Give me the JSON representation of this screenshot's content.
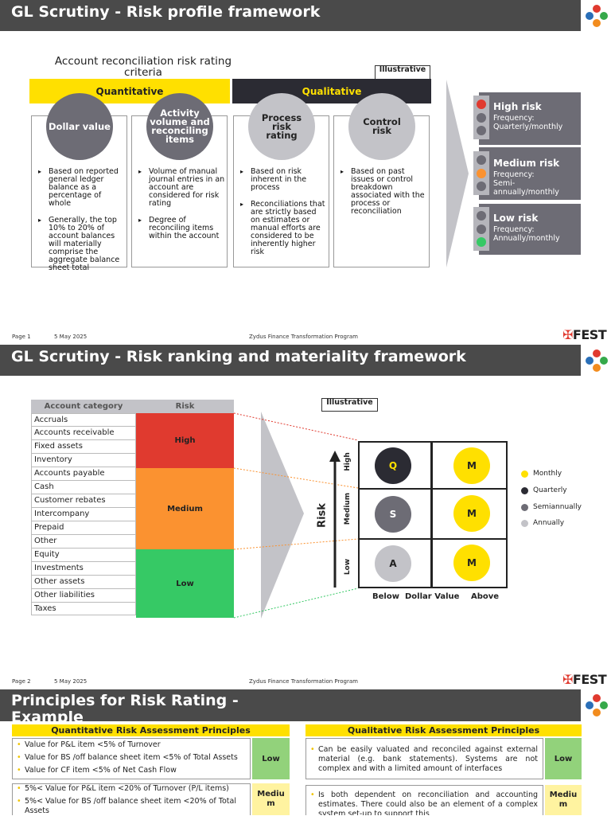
{
  "slide1": {
    "title": "GL Scrutiny - Risk profile framework",
    "subtitle": "Account reconciliation risk rating criteria",
    "illustrative": "Illustrative",
    "quant_label": "Quantitative",
    "qual_label": "Qualitative",
    "columns": [
      {
        "name": "Dollar value",
        "bullets": [
          "Based on reported general ledger balance as a percentage of whole",
          "Generally, the top 10% to 20% of account balances will materially comprise the aggregate balance sheet total"
        ]
      },
      {
        "name": "Activity volume and reconciling items",
        "bullets": [
          "Volume of manual journal entries in an account are considered for risk rating",
          "Degree of reconciling items within the account"
        ]
      },
      {
        "name": "Process risk rating",
        "bullets": [
          "Based on risk inherent in the process",
          "Reconciliations that are strictly based on estimates or manual efforts are considered to be inherently higher risk"
        ]
      },
      {
        "name": "Control risk",
        "bullets": [
          "Based on past issues or control breakdown associated with the process or reconciliation"
        ]
      }
    ],
    "risks": [
      {
        "title": "High risk",
        "freq_label": "Frequency:",
        "freq": "Quarterly/monthly"
      },
      {
        "title": "Medium risk",
        "freq_label": "Frequency:",
        "freq": "Semi-annually/monthly"
      },
      {
        "title": "Low risk",
        "freq_label": "Frequency:",
        "freq": "Annually/monthly"
      }
    ],
    "footer": {
      "page": "Page 1",
      "date": "5 May 2025",
      "program": "Zydus Finance Transformation Program",
      "brand": "FEST"
    }
  },
  "slide2": {
    "title": "GL Scrutiny - Risk ranking and materiality framework",
    "illustrative": "Illustrative",
    "table_headers": [
      "Account category",
      "Risk"
    ],
    "accounts": [
      "Accruals",
      "Accounts receivable",
      "Fixed assets",
      "Inventory",
      "Accounts payable",
      "Cash",
      "Customer rebates",
      "Intercompany",
      "Prepaid",
      "Other",
      "Equity",
      "Investments",
      "Other assets",
      "Other liabilities",
      "Taxes"
    ],
    "risk_levels": [
      "High",
      "Medium",
      "Low"
    ],
    "matrix": {
      "y_axis": "Risk",
      "rows": [
        "High",
        "Medium",
        "Low"
      ],
      "x_axis": "Dollar Value",
      "x_below": "Below",
      "x_above": "Above",
      "cells": [
        [
          "Q",
          "M"
        ],
        [
          "S",
          "M"
        ],
        [
          "A",
          "M"
        ]
      ]
    },
    "legend": [
      "Monthly",
      "Quarterly",
      "Semiannually",
      "Annually"
    ],
    "colors": {
      "high": "#e03a2f",
      "medium": "#fb9230",
      "low": "#36c965",
      "monthly": "#ffe000",
      "quarterly": "#2b2b33",
      "semiannually": "#6d6c75",
      "annually": "#c3c3c8"
    },
    "footer": {
      "page": "Page 2",
      "date": "5 May 2025",
      "program": "Zydus Finance Transformation Program",
      "brand": "FEST"
    }
  },
  "slide3": {
    "title": "Principles for Risk Rating - Example",
    "quant_header": "Quantitative Risk Assessment Principles",
    "qual_header": "Qualitative Risk Assessment Principles",
    "quant_rows": [
      {
        "items": [
          "Value for P&L item <5% of Turnover",
          "Value for BS /off balance sheet item <5% of Total Assets",
          "Value for CF item <5% of Net Cash Flow"
        ],
        "rating": "Low"
      },
      {
        "items": [
          "5%< Value for P&L item <20% of Turnover (P/L items)",
          "5%< Value for BS /off balance sheet item <20% of Total Assets"
        ],
        "rating": "Medium"
      }
    ],
    "qual_rows": [
      {
        "text": "Can be easily valuated and reconciled against external material (e.g. bank statements). Systems are not complex and with a limited amount of interfaces",
        "rating": "Low"
      },
      {
        "text": "Is both dependent on reconciliation and accounting estimates. There could also be an element of a complex system set-up to support this",
        "rating": "Medium"
      }
    ]
  }
}
